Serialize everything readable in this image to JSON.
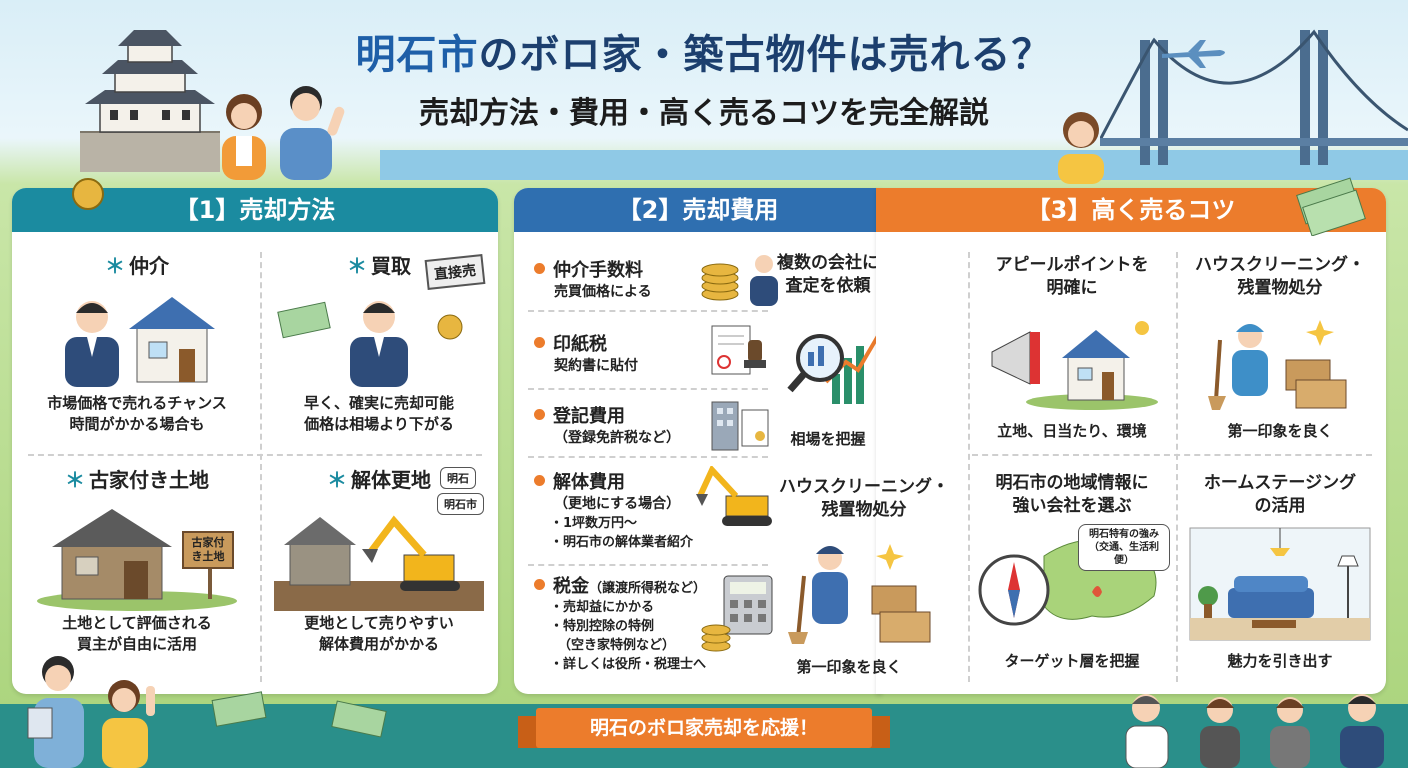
{
  "header": {
    "title_accent": "明石市",
    "title_rest": "のボロ家・築古物件は売れる？",
    "subtitle": "売却方法・費用・高く売るコツを完全解説"
  },
  "panel1": {
    "heading": "【1】売却方法",
    "cells": [
      {
        "title": "仲介",
        "desc1": "市場価格で売れるチャンス",
        "desc2": "時間がかかる場合も"
      },
      {
        "title": "買取",
        "desc1": "早く、確実に売却可能",
        "desc2": "価格は相場より下がる",
        "sign": "直接売"
      },
      {
        "title": "古家付き土地",
        "desc1": "土地として評価される",
        "desc2": "買主が自由に活用",
        "sign": "古家付き土地"
      },
      {
        "title": "解体更地",
        "desc1": "更地として売りやすい",
        "desc2": "解体費用がかかる",
        "bubble1": "明石",
        "bubble2": "明石市"
      }
    ]
  },
  "panel2": {
    "heading": "【2】売却費用",
    "fees": [
      {
        "title": "仲介手数料",
        "sub": "売買価格による"
      },
      {
        "title": "印紙税",
        "sub": "契約書に貼付"
      },
      {
        "title": "登記費用",
        "sub": "（登録免許税など）"
      },
      {
        "title": "解体費用",
        "sub": "（更地にする場合）",
        "bullets": [
          "・1坪数万円〜",
          "・明石市の解体業者紹介"
        ]
      },
      {
        "title": "税金",
        "title_small": "（譲渡所得税など）",
        "bullets": [
          "・売却益にかかる",
          "・特別控除の特例",
          "（空き家特例など）",
          "・詳しくは役所・税理士へ"
        ]
      }
    ],
    "side": [
      {
        "title1": "複数の会社に",
        "title2": "査定を依頼",
        "caption": "相場を把握"
      },
      {
        "title1": "ハウスクリーニング・",
        "title2": "残置物処分",
        "caption": "第一印象を良く"
      }
    ]
  },
  "panel3": {
    "heading": "【3】高く売るコツ",
    "cells": [
      {
        "title1": "アピールポイントを",
        "title2": "明確に",
        "caption": "立地、日当たり、環境"
      },
      {
        "title1": "ハウスクリーニング・",
        "title2": "残置物処分",
        "caption": "第一印象を良く"
      },
      {
        "title1": "明石市の地域情報に",
        "title2": "強い会社を選ぶ",
        "caption": "ターゲット層を把握",
        "bubble1": "明石特有の強み",
        "bubble2": "（交通、生活利便）"
      },
      {
        "title1": "ホームステージング",
        "title2": "の活用",
        "caption": "魅力を引き出す"
      }
    ]
  },
  "footer": {
    "ribbon": "明石のボロ家売却を応援！"
  },
  "colors": {
    "teal": "#1b8ba0",
    "blue": "#2f6fb0",
    "orange": "#ec7c2c",
    "title_navy": "#1c3f6e"
  }
}
